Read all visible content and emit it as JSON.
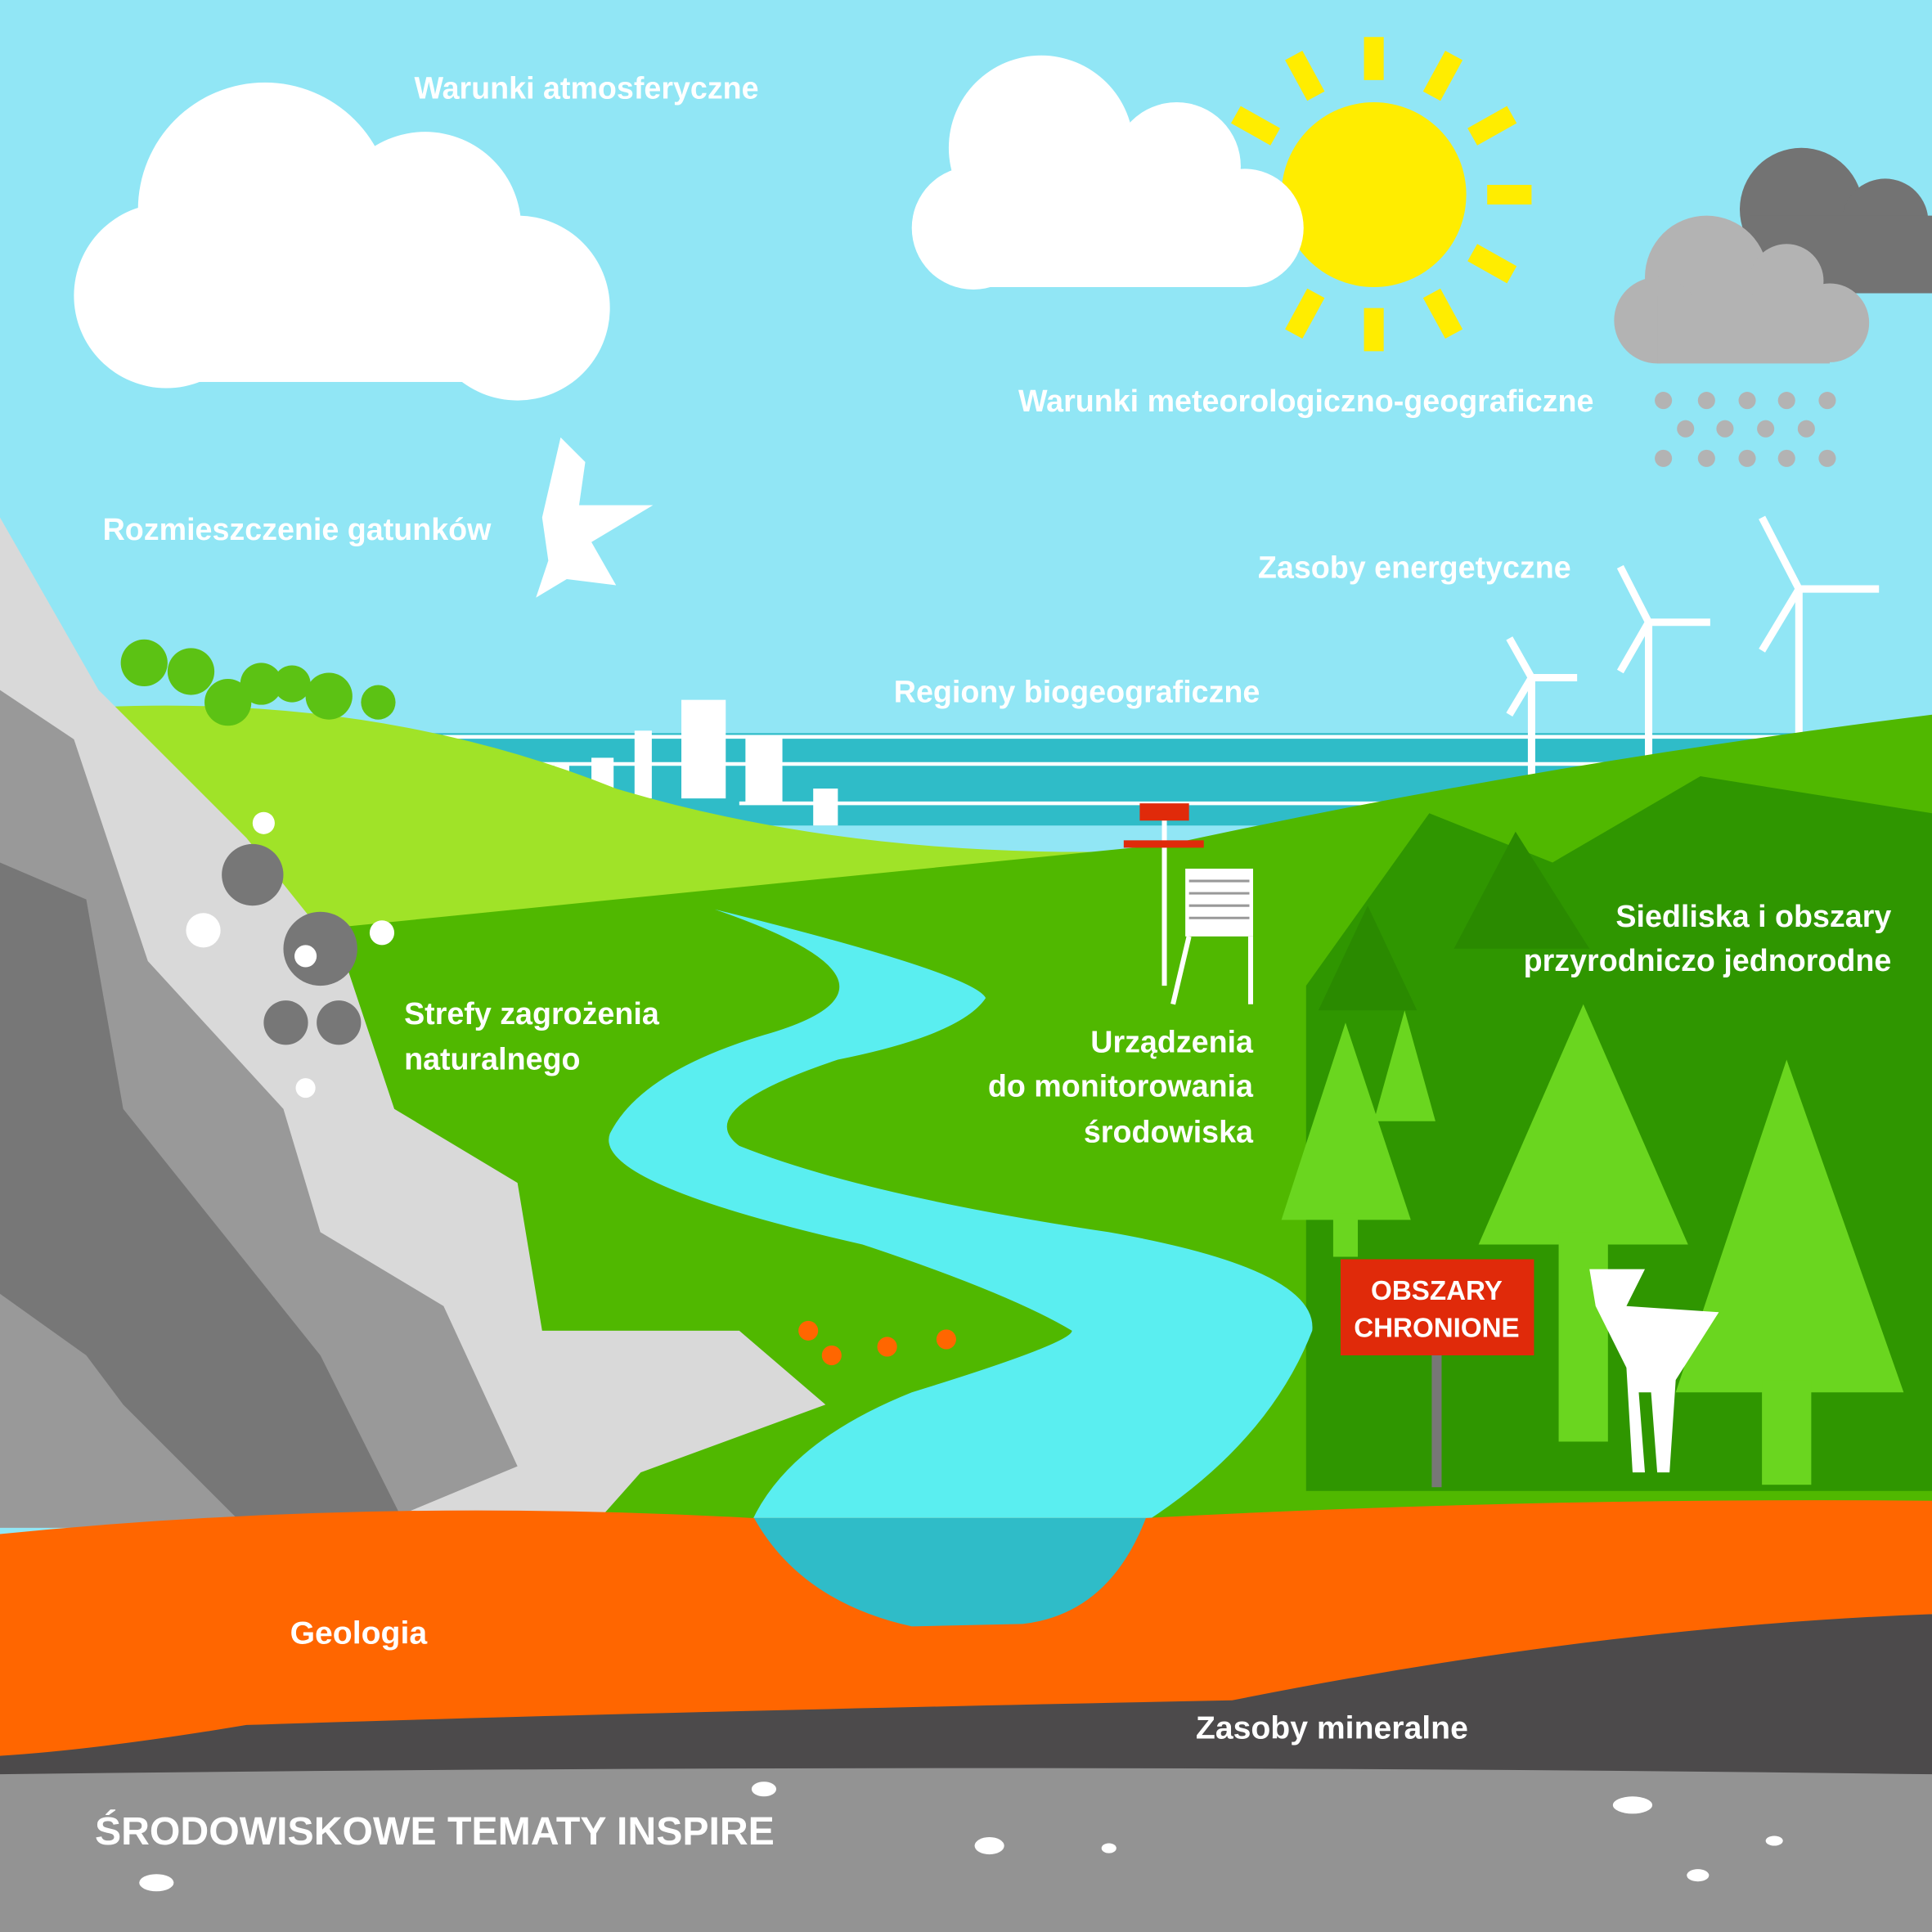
{
  "labels": {
    "atmospheric": "Warunki atmosferyczne",
    "meteo": "Warunki meteorologiczno-geograficzne",
    "species": "Rozmieszczenie gatunków",
    "energy": "Zasoby energetyczne",
    "biogeo": "Regiony biogeograficzne",
    "habitats_1": "Siedliska i obszary",
    "habitats_2": "przyrodniczo jednorodne",
    "hazard_1": "Strefy zagrożenia",
    "hazard_2": "naturalnego",
    "monitoring_1": "Urządzenia",
    "monitoring_2": "do monitorowania",
    "monitoring_3": "środowiska",
    "protected_1": "OBSZARY",
    "protected_2": "CHRONIONE",
    "geology": "Geologia",
    "mineral": "Zasoby mineralne",
    "title": "ŚRODOWISKOWE TEMATY INSPIRE"
  },
  "colors": {
    "sky": "#91e6f5",
    "sun": "#ffed00",
    "grass_light": "#a0e328",
    "grass": "#50b800",
    "forest_dark": "#2f9600",
    "tree_light": "#6ad61f",
    "river": "#5aeef0",
    "sea": "#2fbcc8",
    "geology": "#ff6600",
    "mineral": "#4c4a4b",
    "bedrock": "#939393",
    "sign": "#e02a0a"
  }
}
